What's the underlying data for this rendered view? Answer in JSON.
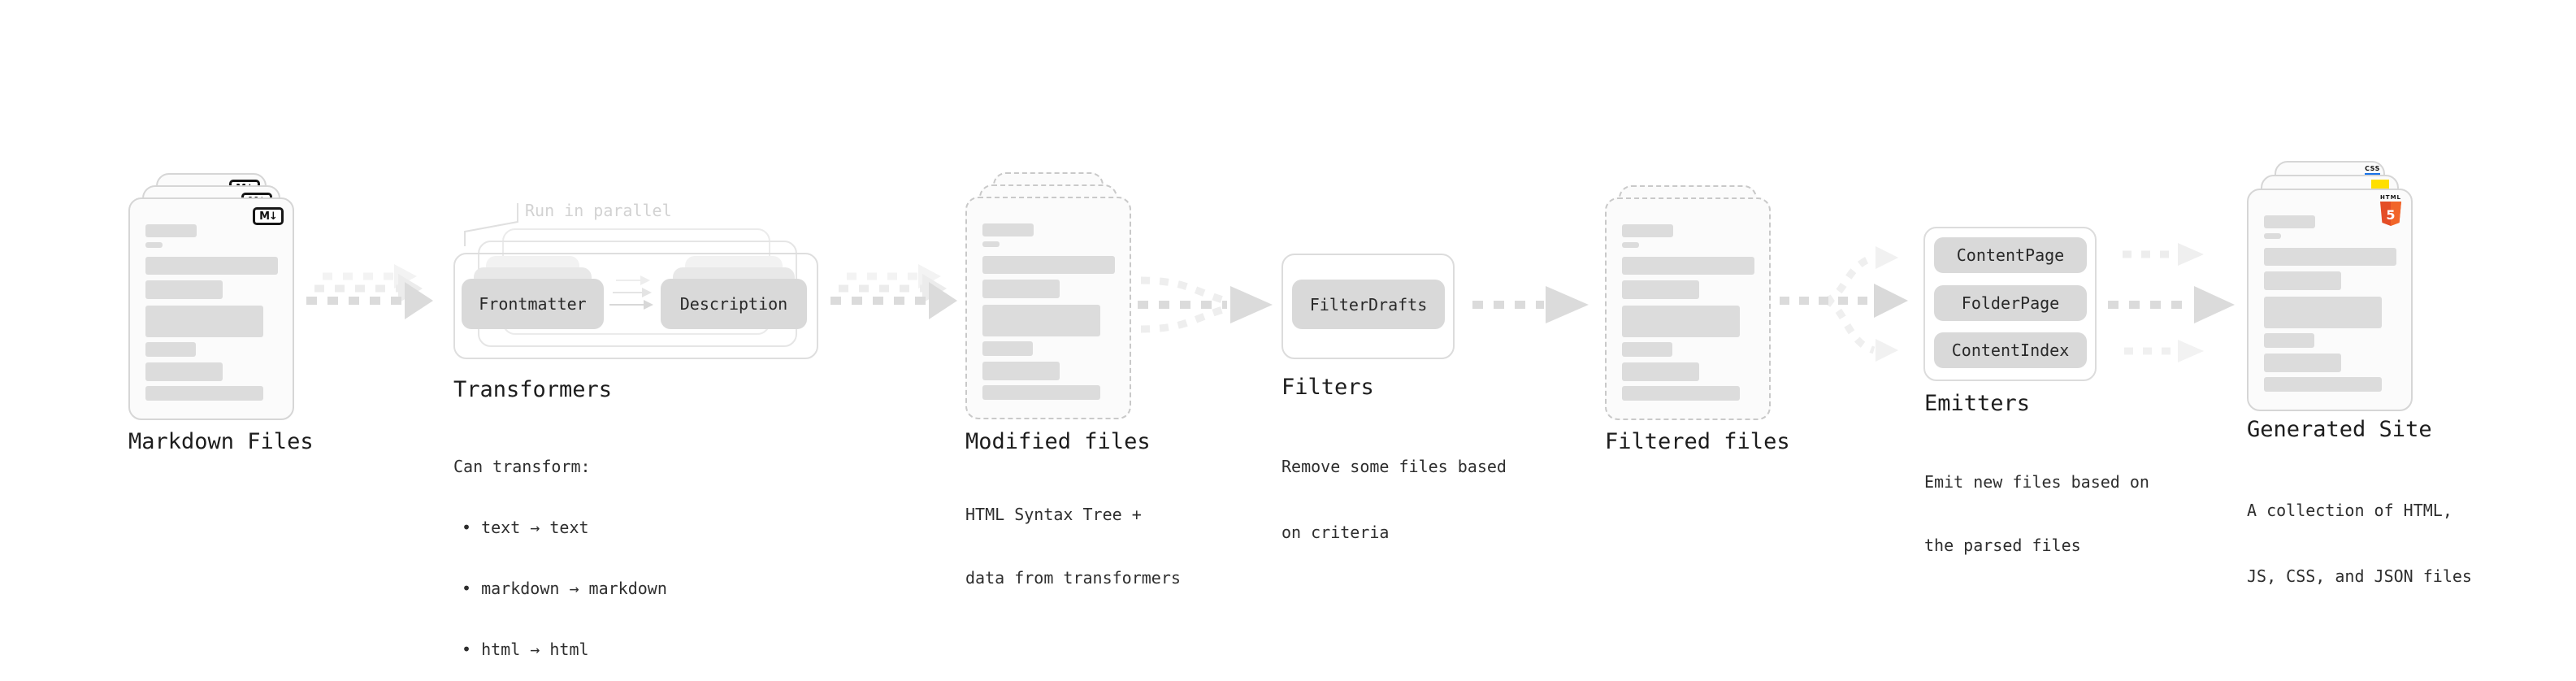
{
  "stages": {
    "markdown": {
      "title": "Markdown Files",
      "file_badge": "M↓"
    },
    "transformers": {
      "title": "Transformers",
      "annotation": "Run in parallel",
      "pill_left": "Frontmatter",
      "pill_right": "Description",
      "desc_heading": "Can transform:",
      "bullets": [
        "• text → text",
        "• markdown → markdown",
        "• html → html"
      ]
    },
    "modified": {
      "title": "Modified files",
      "desc_lines": [
        "HTML Syntax Tree +",
        "data from transformers"
      ]
    },
    "filters": {
      "title": "Filters",
      "pill": "FilterDrafts",
      "desc_lines": [
        "Remove some files based",
        "on criteria"
      ]
    },
    "filtered": {
      "title": "Filtered files"
    },
    "emitters": {
      "title": "Emitters",
      "pills": [
        "ContentPage",
        "FolderPage",
        "ContentIndex"
      ],
      "desc_lines": [
        "Emit new files based on",
        "the parsed files"
      ]
    },
    "generated": {
      "title": "Generated Site",
      "desc_lines": [
        "A collection of HTML,",
        "JS, CSS, and JSON files"
      ],
      "css_badge_label": "CSS",
      "html_badge_label": "HTML",
      "html_badge_number": "5"
    }
  },
  "colors": {
    "css_blue": "#1a73e8",
    "js_yellow": "#ffdf00",
    "html5_orange": "#e44d26",
    "html5_orange_light": "#f16529",
    "pill_gray": "#d9d9d9",
    "placeholder_bar_gray": "#dcdcdc",
    "arrow_gray": "#dbdbdb"
  }
}
